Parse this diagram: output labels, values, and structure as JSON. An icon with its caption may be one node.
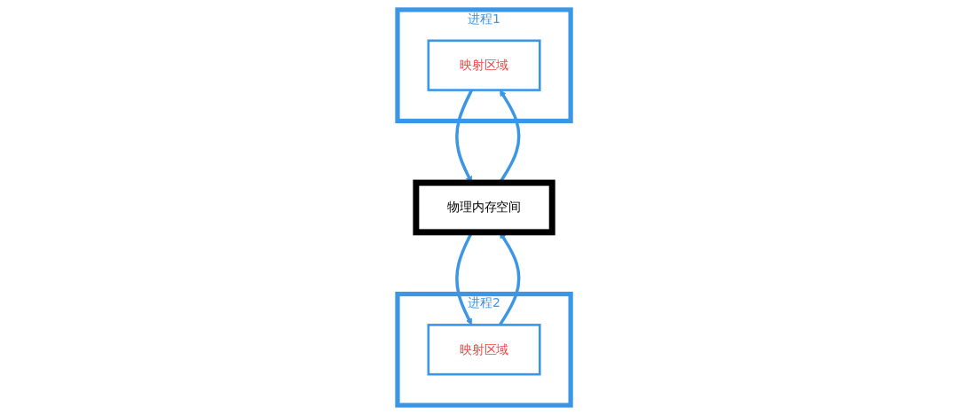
{
  "diagram": {
    "nodes": [
      {
        "text": [
          "进程1"
        ]
      },
      {
        "text": [
          "映射区域"
        ],
        "in": 0
      },
      {
        "text": [
          "进程2"
        ]
      },
      {
        "text": [
          "映射区域"
        ],
        "in": 2
      },
      {
        "text": [
          "物理内存空间"
        ]
      }
    ],
    "edges": [
      {
        "from": 1,
        "to": 4,
        "arrow": "to"
      },
      {
        "from": 4,
        "to": 1,
        "arrow": "to"
      },
      {
        "from": 4,
        "to": 3,
        "arrow": "to"
      },
      {
        "from": 3,
        "to": 4,
        "arrow": "to"
      }
    ]
  }
}
